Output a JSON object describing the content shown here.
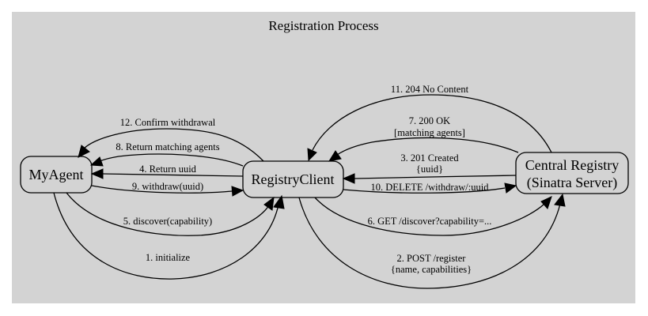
{
  "diagram": {
    "title": "Registration Process",
    "colors": {
      "background": "#d3d3d3",
      "node_fill": "#d3d3d3",
      "stroke": "#000000"
    },
    "nodes": {
      "myagent": {
        "label": "MyAgent"
      },
      "registryclient": {
        "label": "RegistryClient"
      },
      "central": {
        "line1": "Central Registry",
        "line2": "(Sinatra Server)"
      }
    },
    "edges": {
      "e1": {
        "label": "1. initialize"
      },
      "e2": {
        "line1": "2. POST /register",
        "line2": "{name, capabilities}"
      },
      "e3": {
        "line1": "3. 201 Created",
        "line2": "{uuid}"
      },
      "e4": {
        "label": "4. Return uuid"
      },
      "e5": {
        "label": "5. discover(capability)"
      },
      "e6": {
        "label": "6. GET /discover?capability=..."
      },
      "e7": {
        "line1": "7. 200 OK",
        "line2": "[matching agents]"
      },
      "e8": {
        "label": "8. Return matching agents"
      },
      "e9": {
        "label": "9. withdraw(uuid)"
      },
      "e10": {
        "label": "10. DELETE /withdraw/:uuid"
      },
      "e11": {
        "label": "11. 204 No Content"
      },
      "e12": {
        "label": "12. Confirm withdrawal"
      }
    }
  }
}
